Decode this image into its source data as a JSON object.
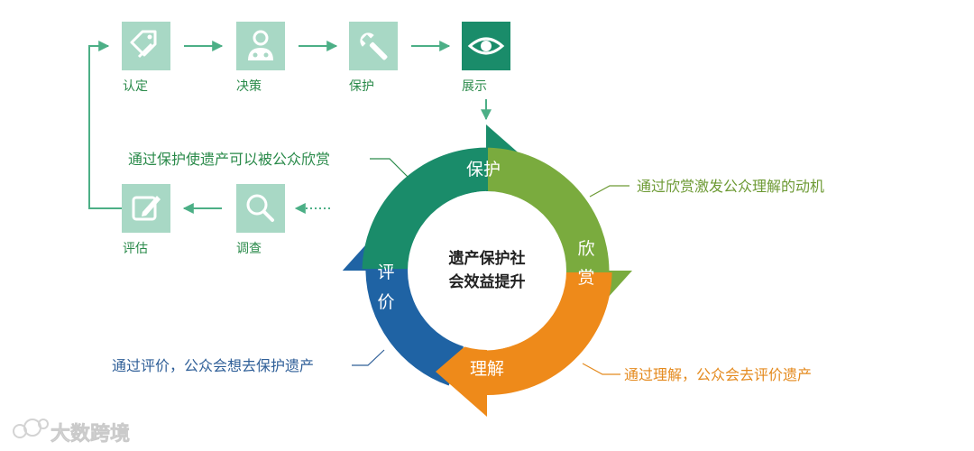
{
  "flow": {
    "steps": [
      {
        "label": "认定",
        "icon": "tag-icon"
      },
      {
        "label": "决策",
        "icon": "person-icon"
      },
      {
        "label": "保护",
        "icon": "wrench-icon"
      },
      {
        "label": "展示",
        "icon": "eye-icon"
      },
      {
        "label": "调查",
        "icon": "magnifier-icon"
      },
      {
        "label": "评估",
        "icon": "edit-icon"
      }
    ]
  },
  "cycle": {
    "center": [
      "遗产保护社",
      "会效益提升"
    ],
    "segments": [
      {
        "label": "保护",
        "color": "#1a8c6a"
      },
      {
        "label": "欣赏",
        "color": "#7aab3e"
      },
      {
        "label": "理解",
        "color": "#ee8a1a"
      },
      {
        "label": "评价",
        "color": "#1f63a4"
      }
    ]
  },
  "annotations": {
    "protect": "通过保护使遗产可以被公众欣赏",
    "appreciate": "通过欣赏激发公众理解的动机",
    "understand": "通过理解，公众会去评价遗产",
    "evaluate": "通过评价，公众会想去保护遗产"
  },
  "watermark": "大数跨境",
  "colors": {
    "tile_light": "#a8d8c5",
    "tile_dark": "#1a8c6a",
    "flow_arrow": "#4caf86",
    "label_green": "#2a8a4a",
    "label_blue": "#2f5f98",
    "label_orange": "#e48a1e",
    "label_olive": "#6d9a34"
  }
}
